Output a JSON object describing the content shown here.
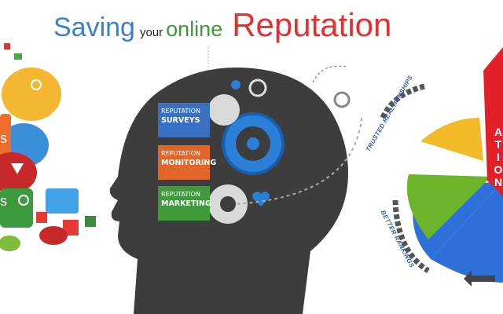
{
  "title": {
    "word1": "Saving",
    "word2": "your",
    "word3": "online",
    "word4": "Reputation"
  },
  "badges": [
    {
      "line1": "REPUTATION",
      "line2": "SURVEYS",
      "color": "#3a70c2"
    },
    {
      "line1": "REPUTATION",
      "line2": "MONITORING",
      "color": "#e2662a"
    },
    {
      "line1": "REPUTATION",
      "line2": "MARKETING",
      "color": "#3f9a3c"
    }
  ],
  "labels": {
    "trusted": "TRUSTED REALTIONSHIPS",
    "rankings": "BETTER RANKINGS"
  },
  "pie_letters": [
    "A",
    "T",
    "I",
    "O",
    "N"
  ],
  "left_letters": [
    "s",
    "s"
  ],
  "colors": {
    "head": "#3d3d3d",
    "gear_blue": "#2a7fd8"
  }
}
